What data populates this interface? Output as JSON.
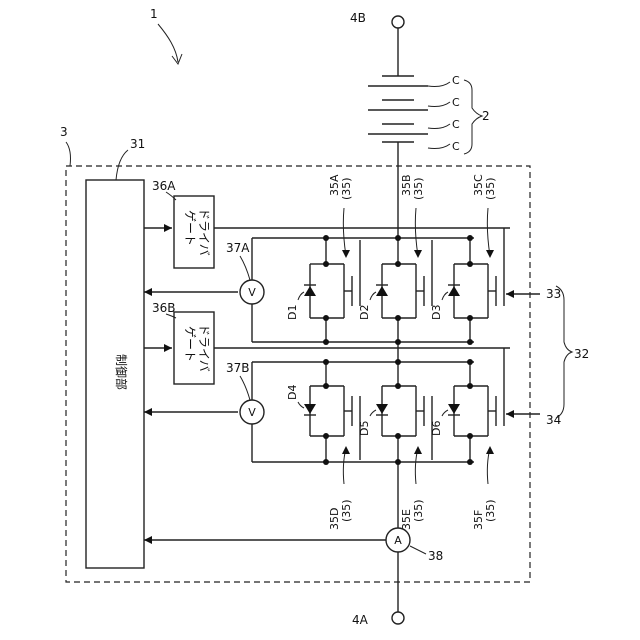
{
  "figure_number": "1",
  "labels": {
    "system": "3",
    "controller": "31",
    "controller_text": "制御部",
    "battery": "2",
    "cell": "C",
    "terminal_top": "4B",
    "terminal_bottom": "4A",
    "gate_driver_a": "36A",
    "gate_driver_b": "36B",
    "gate_driver_text_1": "ゲート",
    "gate_driver_text_2": "ドライバ",
    "voltmeter_a": "37A",
    "voltmeter_b": "37B",
    "voltmeter_symbol": "V",
    "ammeter": "38",
    "ammeter_symbol": "A",
    "switch_unit": "32",
    "switch_group_upper": "33",
    "switch_group_lower": "34",
    "switch_generic": "(35)"
  },
  "switches": [
    {
      "id": "35A"
    },
    {
      "id": "35B"
    },
    {
      "id": "35C"
    },
    {
      "id": "35D"
    },
    {
      "id": "35E"
    },
    {
      "id": "35F"
    }
  ],
  "diodes": [
    {
      "id": "D1"
    },
    {
      "id": "D2"
    },
    {
      "id": "D3"
    },
    {
      "id": "D4"
    },
    {
      "id": "D5"
    },
    {
      "id": "D6"
    }
  ]
}
